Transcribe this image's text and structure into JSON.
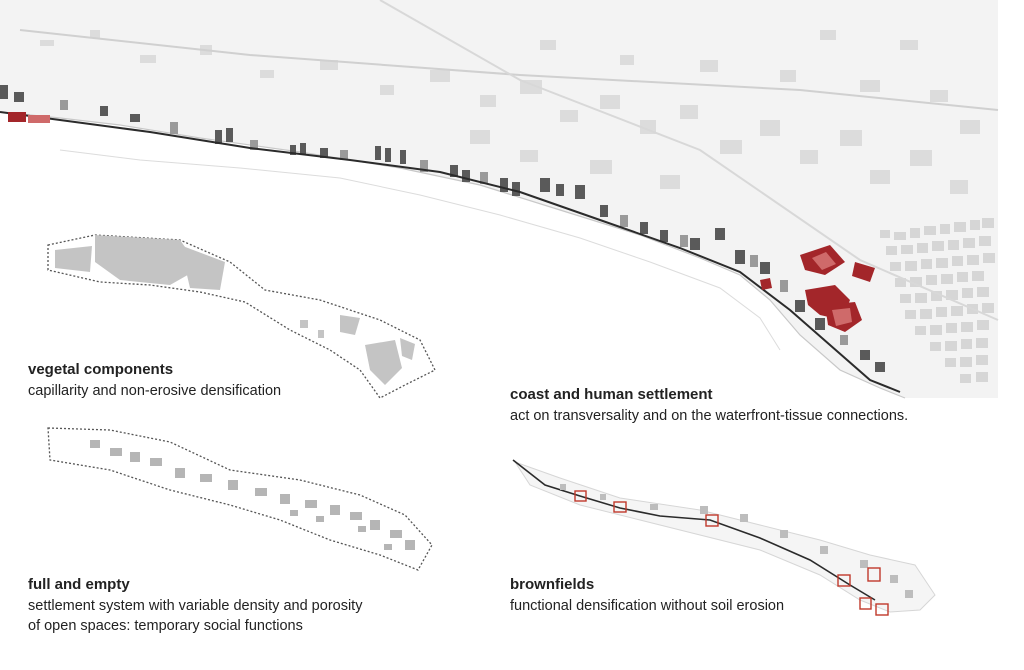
{
  "panels": {
    "vegetal": {
      "title": "vegetal components",
      "subtitle": "capillarity and non-erosive densification"
    },
    "coast": {
      "title": "coast and human settlement",
      "subtitle": "act on transversality and on the waterfront-tissue connections."
    },
    "full_empty": {
      "title": "full and empty",
      "subtitle_line1": "settlement system with variable density and porosity",
      "subtitle_line2": "of open spaces: temporary social functions"
    },
    "brownfields": {
      "title": "brownfields",
      "subtitle": "functional densification without soil erosion"
    }
  },
  "colors": {
    "land_fill": "#f3f3f3",
    "block_light": "#dcdcdc",
    "block_mid": "#bdbdbd",
    "block_dark": "#5a5a5a",
    "highlight_red": "#a3262a",
    "highlight_red_light": "#cf6a6a",
    "road": "#2b2b2b",
    "coastline": "#c8c8c8"
  },
  "map_layers": [
    "territorial-base",
    "settlement-blocks",
    "waterfront-rail",
    "brownfield-sites"
  ]
}
